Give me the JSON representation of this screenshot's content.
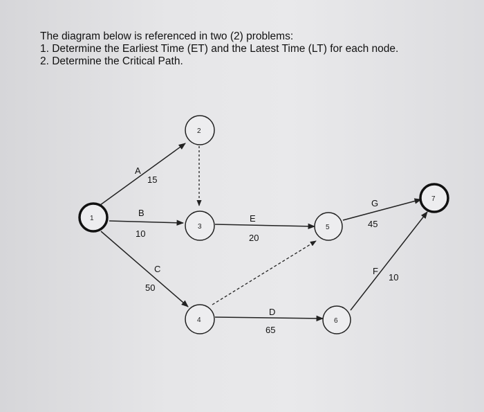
{
  "header": {
    "intro": "The diagram below is referenced in two (2) problems:",
    "problem_1": "1. Determine the Earliest Time (ET) and the Latest Time (LT) for each node.",
    "problem_2": "2. Determine the Critical Path."
  },
  "nodes": [
    {
      "id": "1",
      "label": "1"
    },
    {
      "id": "2",
      "label": "2"
    },
    {
      "id": "3",
      "label": "3"
    },
    {
      "id": "4",
      "label": "4"
    },
    {
      "id": "5",
      "label": "5"
    },
    {
      "id": "6",
      "label": "6"
    },
    {
      "id": "7",
      "label": "7"
    }
  ],
  "activities": [
    {
      "name": "A",
      "duration": "15",
      "from": "1",
      "to": "2"
    },
    {
      "name": "B",
      "duration": "10",
      "from": "1",
      "to": "3"
    },
    {
      "name": "C",
      "duration": "50",
      "from": "1",
      "to": "4"
    },
    {
      "name": "E",
      "duration": "20",
      "from": "3",
      "to": "5"
    },
    {
      "name": "D",
      "duration": "65",
      "from": "4",
      "to": "6"
    },
    {
      "name": "G",
      "duration": "45",
      "from": "5",
      "to": "7"
    },
    {
      "name": "F",
      "duration": "10",
      "from": "6",
      "to": "7"
    }
  ],
  "dummies": [
    {
      "from": "2",
      "to": "3"
    },
    {
      "from": "4",
      "to": "5"
    }
  ]
}
